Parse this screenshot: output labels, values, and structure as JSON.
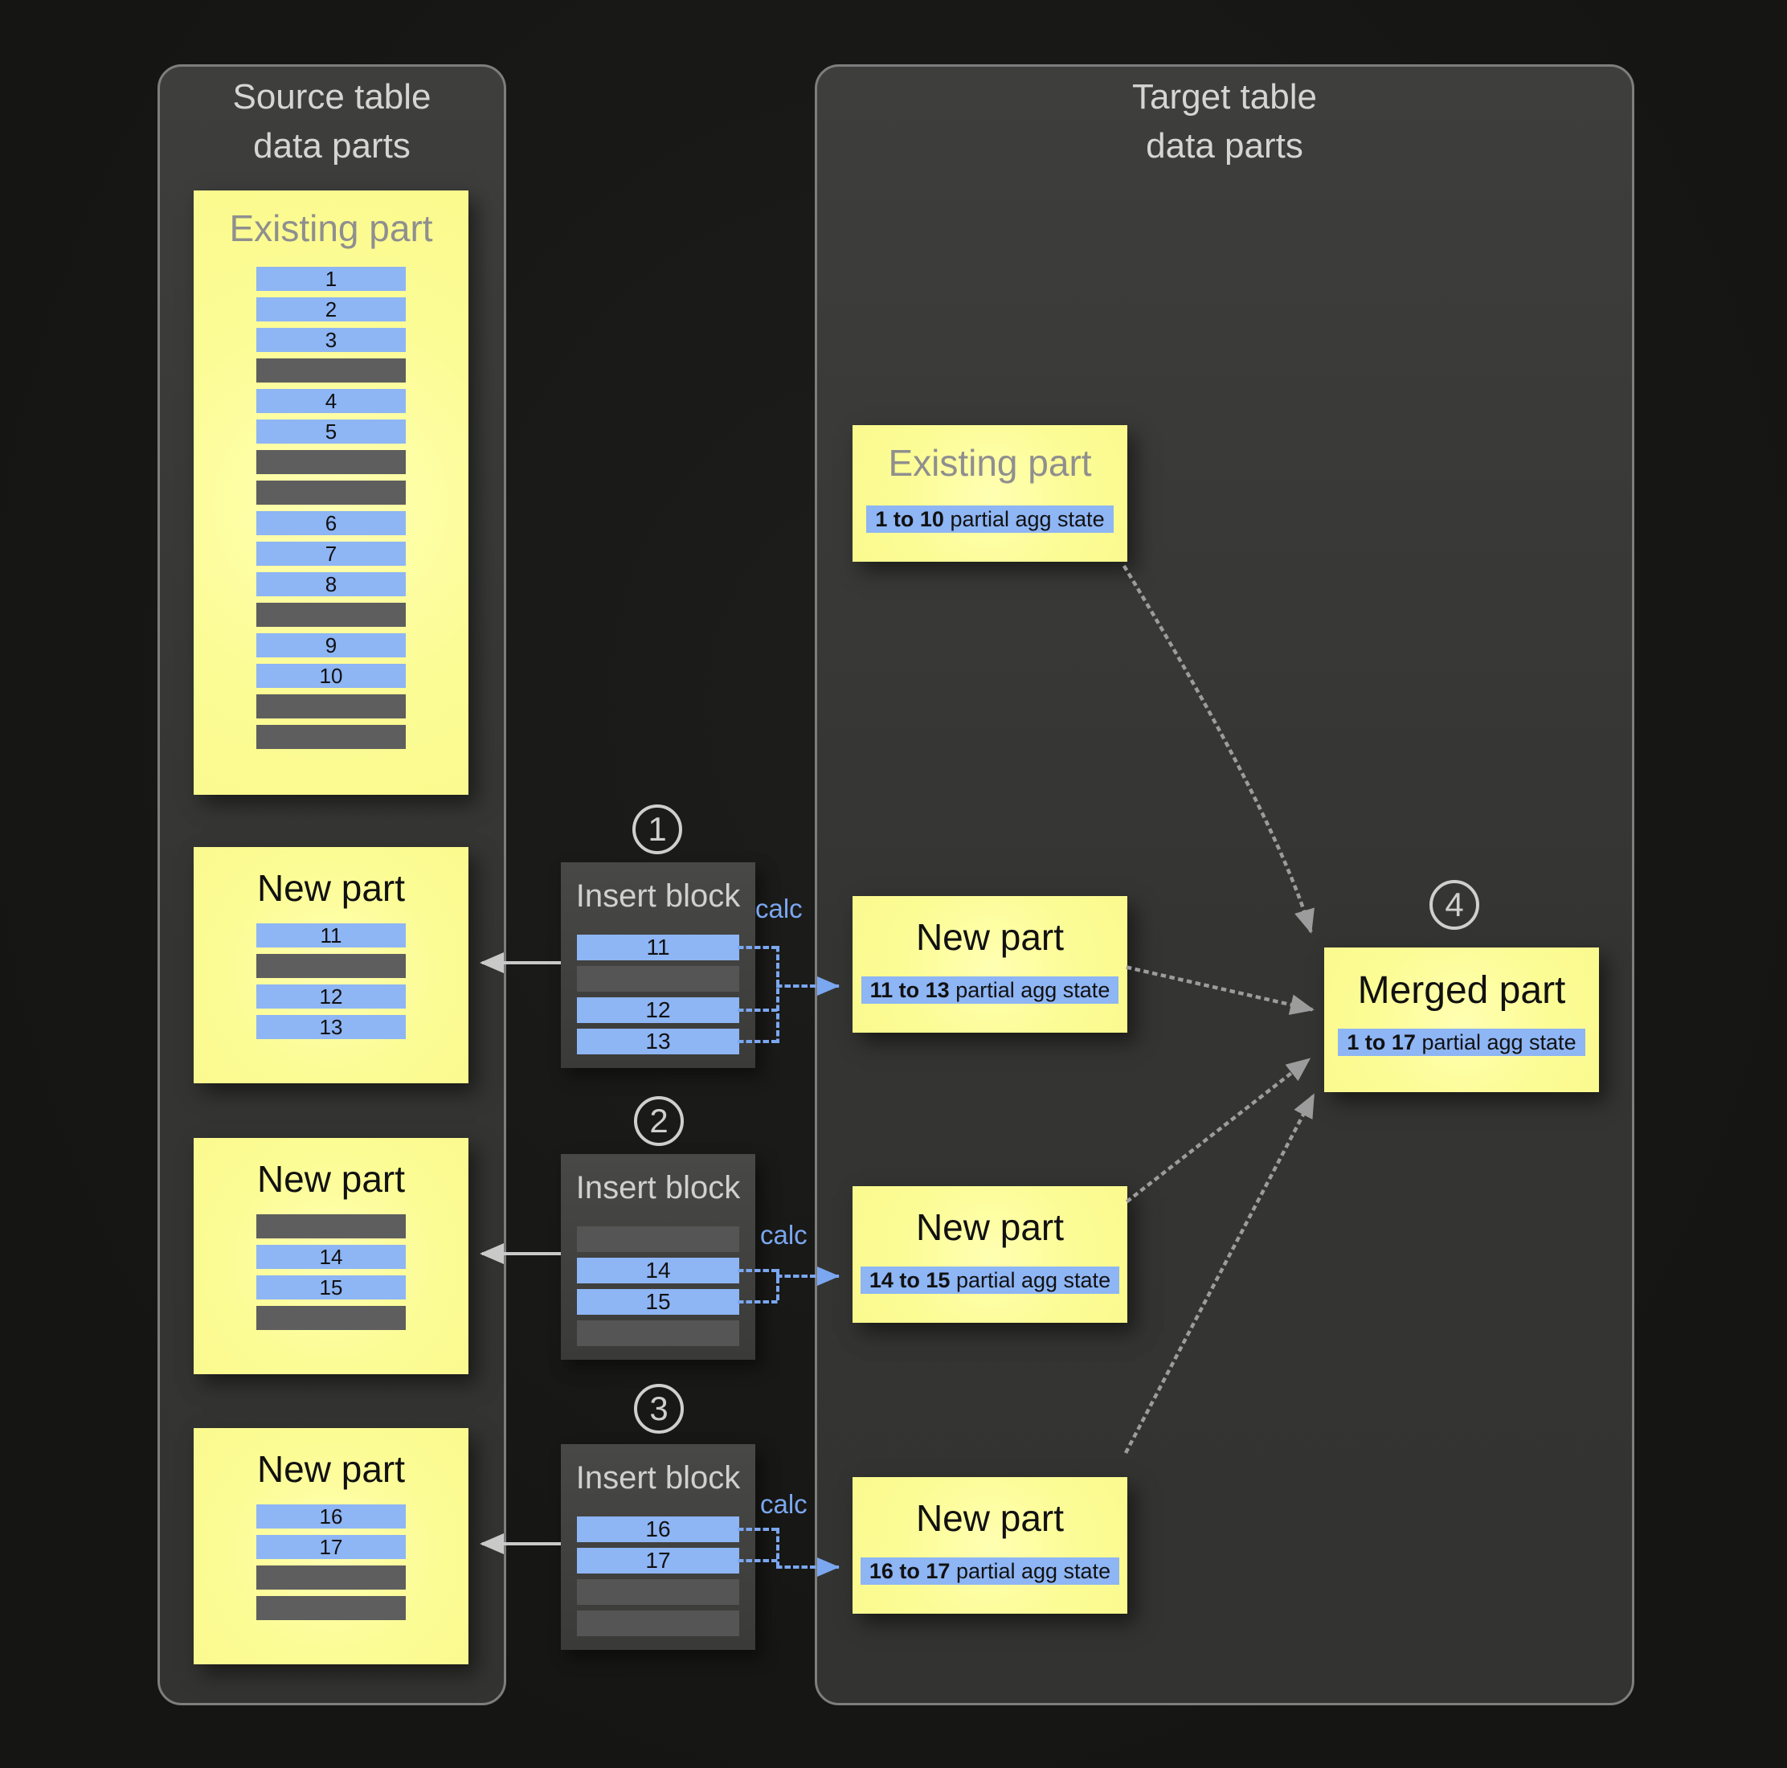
{
  "source_panel": {
    "title_line1": "Source table",
    "title_line2": "data parts",
    "existing_part": {
      "title": "Existing part",
      "rows": [
        "1",
        "2",
        "3",
        "",
        "4",
        "5",
        "",
        "",
        "6",
        "7",
        "8",
        "",
        "9",
        "10",
        "",
        ""
      ]
    },
    "new_parts": [
      {
        "title": "New part",
        "rows": [
          "11",
          "",
          "12",
          "13"
        ]
      },
      {
        "title": "New part",
        "rows": [
          "",
          "14",
          "15",
          ""
        ]
      },
      {
        "title": "New part",
        "rows": [
          "16",
          "17",
          "",
          ""
        ]
      }
    ]
  },
  "insert_blocks": [
    {
      "step": "1",
      "title": "Insert block",
      "calc_label": "calc",
      "rows": [
        "11",
        "",
        "12",
        "13"
      ]
    },
    {
      "step": "2",
      "title": "Insert block",
      "calc_label": "calc",
      "rows": [
        "",
        "14",
        "15",
        ""
      ]
    },
    {
      "step": "3",
      "title": "Insert block",
      "calc_label": "calc",
      "rows": [
        "16",
        "17",
        "",
        ""
      ]
    }
  ],
  "target_panel": {
    "title_line1": "Target table",
    "title_line2": "data parts",
    "existing_part": {
      "title": "Existing part",
      "state_bold": "1 to 10",
      "state_rest": " partial agg state"
    },
    "new_parts": [
      {
        "title": "New part",
        "state_bold": "11 to 13",
        "state_rest": " partial agg state"
      },
      {
        "title": "New part",
        "state_bold": "14 to 15",
        "state_rest": " partial agg state"
      },
      {
        "title": "New part",
        "state_bold": "16 to 17",
        "state_rest": " partial agg state"
      }
    ],
    "merged_part": {
      "step": "4",
      "title": "Merged part",
      "state_bold": "1 to 17",
      "state_rest": " partial agg state"
    }
  },
  "colors": {
    "accent-yellow": "#fafa8e",
    "accent-blue": "#8eb5f4",
    "calc-blue": "#7ba7f0",
    "arrow-gray": "#9c9c9c",
    "solid-arrow-gray": "#c9c9c9",
    "filler-gray": "#5e5e5e",
    "insert-filler-gray": "#555555",
    "panel-border-gray": "#7e7e7e"
  }
}
